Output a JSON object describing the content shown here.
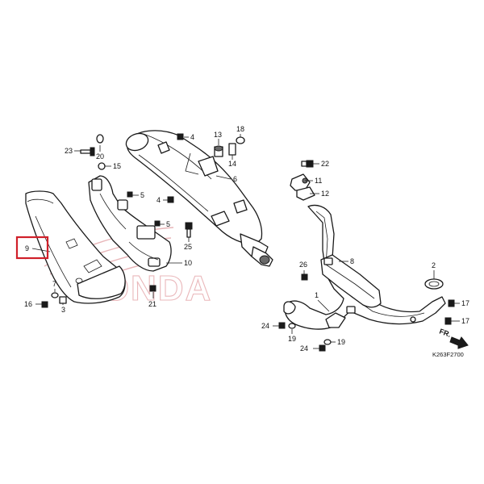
{
  "diagram": {
    "callouts": {
      "c1": "1",
      "c2": "2",
      "c3": "3",
      "c4a": "4",
      "c4b": "4",
      "c5a": "5",
      "c5b": "5",
      "c6": "6",
      "c7": "7",
      "c8": "8",
      "c9": "9",
      "c10": "10",
      "c11": "11",
      "c12": "12",
      "c13": "13",
      "c14": "14",
      "c15": "15",
      "c16": "16",
      "c17a": "17",
      "c17b": "17",
      "c18": "18",
      "c19a": "19",
      "c19b": "19",
      "c20": "20",
      "c21": "21",
      "c22": "22",
      "c23": "23",
      "c24a": "24",
      "c24b": "24",
      "c25": "25",
      "c26": "26"
    },
    "direction_label": "FR.",
    "diagram_code": "K263F2700",
    "watermark_text": "HONDA",
    "highlighted_part": "9",
    "highlight_color": "#d0202a"
  }
}
